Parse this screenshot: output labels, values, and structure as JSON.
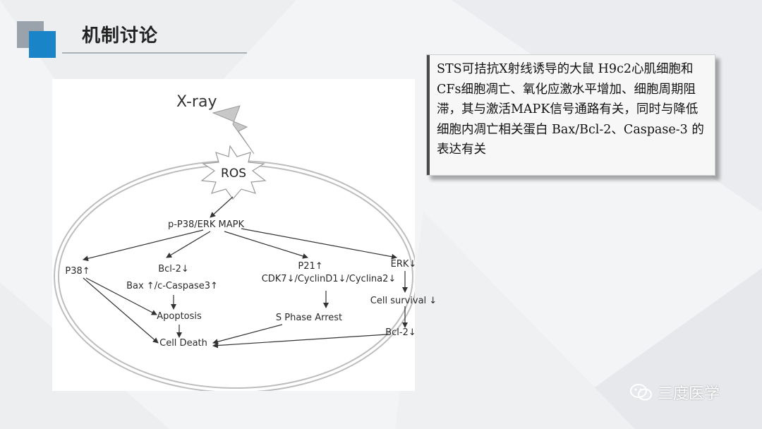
{
  "slide": {
    "title": "机制讨论",
    "colors": {
      "accent_blue": "#1a84c8",
      "accent_gray": "#9aa3ab"
    }
  },
  "summary": {
    "text": "STS可拮抗X射线诱导的大鼠 H9c2心肌细胞和CFs细胞凋亡、氧化应激水平增加、细胞周期阻滞，其与激活MAPK信号通路有关，同时与降低细胞内凋亡相关蛋白 Bax/Bcl-2、Caspase-3 的表达有关"
  },
  "diagram": {
    "xray": "X-ray",
    "ros": "ROS",
    "mapk": "p-P38/ERK MAPK",
    "p38": "P38↑",
    "bcl2_top": "Bcl-2↓",
    "bax": "Bax ↑/c-Caspase3↑",
    "p21": "P21↑",
    "cdk": "CDK7↓/CyclinD1↓/Cyclina2↓",
    "erk": "ERK↓",
    "apoptosis": "Apoptosis",
    "s_phase": "S Phase Arrest",
    "cell_survival": "Cell survival ↓",
    "bcl2_bottom": "Bcl-2↓",
    "cell_death": "Cell Death"
  },
  "watermark": {
    "text": "三度医学",
    "icon": "wechat-icon"
  }
}
